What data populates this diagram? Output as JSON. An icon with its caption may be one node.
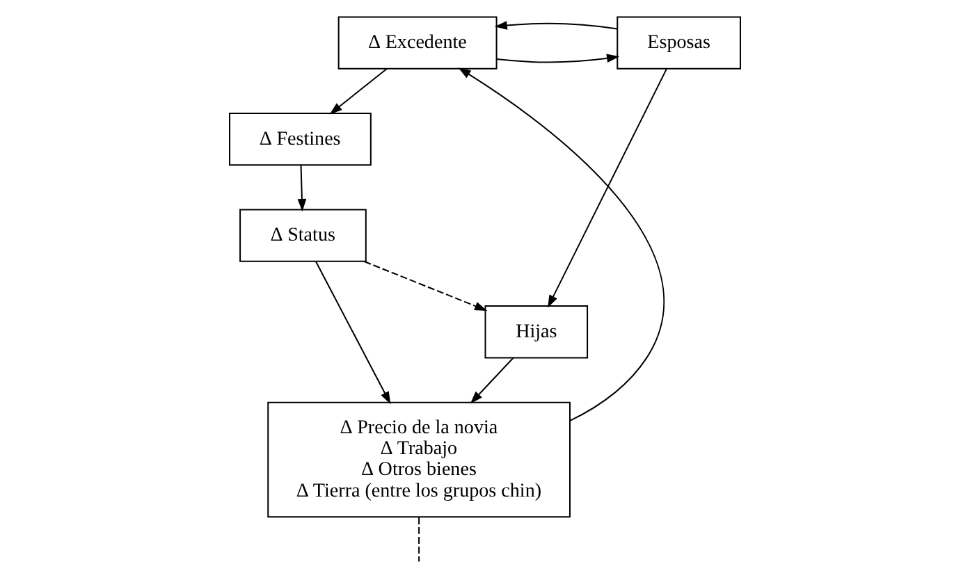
{
  "diagram": {
    "nodes": [
      {
        "text": [
          "∆ Excedente"
        ]
      },
      {
        "text": [
          "Esposas"
        ]
      },
      {
        "text": [
          "∆ Festines"
        ]
      },
      {
        "text": [
          "∆ Status"
        ]
      },
      {
        "text": [
          "Hijas"
        ]
      },
      {
        "text": [
          "∆ Precio de la novia",
          "∆ Trabajo",
          "∆ Otros bienes",
          "∆ Tierra (entre los grupos chin)"
        ]
      }
    ],
    "edges": [
      {
        "from": 0,
        "to": 1,
        "arrow": "to"
      },
      {
        "from": 1,
        "to": 0,
        "arrow": "to"
      },
      {
        "from": 0,
        "to": 2,
        "arrow": "to"
      },
      {
        "from": 2,
        "to": 3,
        "arrow": "to"
      },
      {
        "from": 1,
        "to": 4,
        "arrow": "to"
      },
      {
        "from": 3,
        "to": 4,
        "arrow": "to",
        "style": "dashed"
      },
      {
        "from": 3,
        "to": 5,
        "arrow": "to"
      },
      {
        "from": 4,
        "to": 5,
        "arrow": "to"
      },
      {
        "from": 5,
        "to": 0,
        "arrow": "to"
      },
      {
        "from": 5,
        "to": null,
        "arrow": "none",
        "style": "dashed"
      }
    ]
  }
}
